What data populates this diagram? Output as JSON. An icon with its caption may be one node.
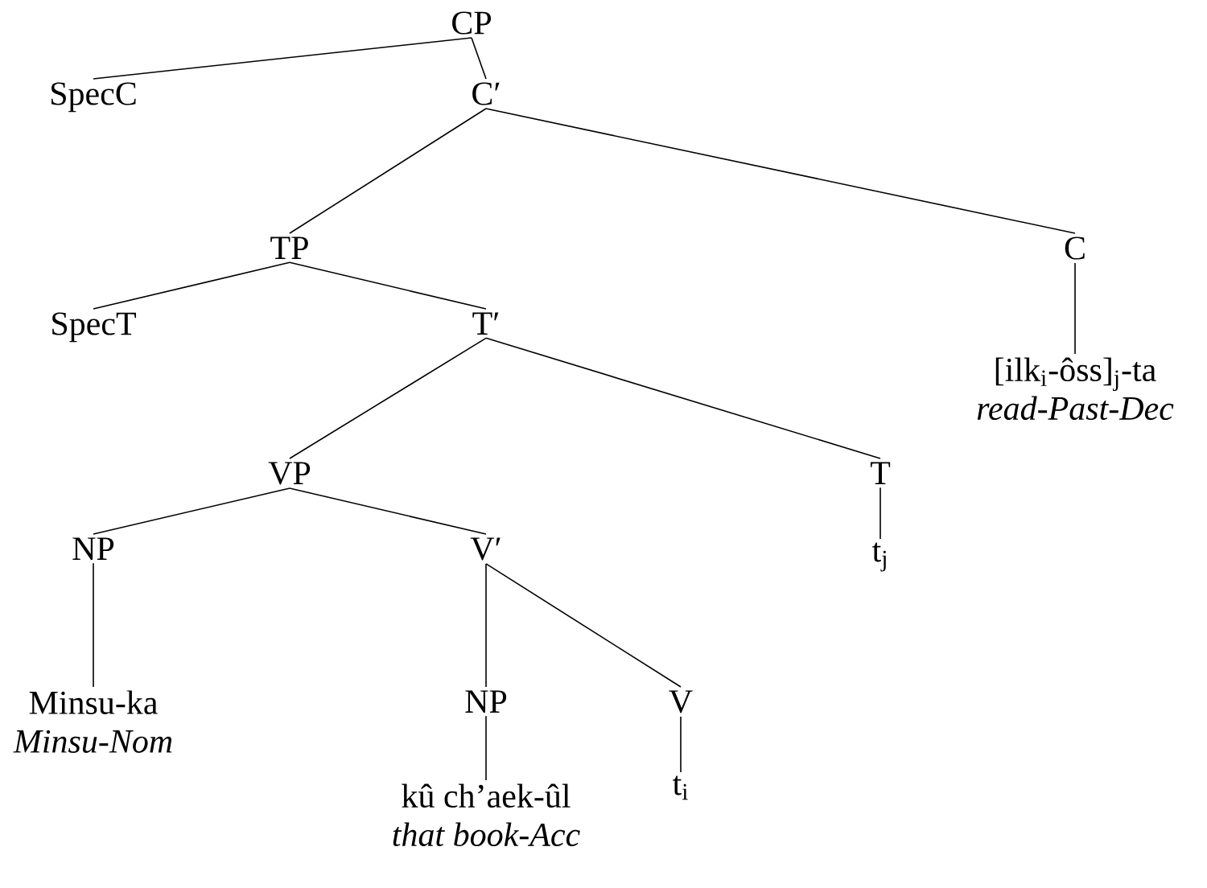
{
  "diagram": {
    "nodes": [
      {
        "text": [
          "CP"
        ]
      },
      {
        "text": [
          "SpecC"
        ]
      },
      {
        "text": [
          "C′"
        ]
      },
      {
        "text": [
          "TP"
        ]
      },
      {
        "text": [
          "C"
        ]
      },
      {
        "text": [
          "[ilk$_{i}$-ôss]$_{j}$-ta",
          "read-Past-Dec"
        ]
      },
      {
        "text": [
          "SpecT"
        ]
      },
      {
        "text": [
          "T′"
        ]
      },
      {
        "text": [
          "VP"
        ]
      },
      {
        "text": [
          "T"
        ]
      },
      {
        "text": [
          "t$_{j}$"
        ]
      },
      {
        "text": [
          "NP"
        ]
      },
      {
        "text": [
          "V′"
        ]
      },
      {
        "text": [
          "Minsu-ka",
          "Minsu-Nom"
        ]
      },
      {
        "text": [
          "NP"
        ]
      },
      {
        "text": [
          "V"
        ]
      },
      {
        "text": [
          "kû ch’aek-ûl",
          "that book-Acc"
        ]
      },
      {
        "text": [
          "t$_{i}$"
        ]
      }
    ],
    "edges": [
      {
        "from": 0,
        "to": 1,
        "arrow": "none"
      },
      {
        "from": 0,
        "to": 2,
        "arrow": "none"
      },
      {
        "from": 2,
        "to": 3,
        "arrow": "none"
      },
      {
        "from": 2,
        "to": 4,
        "arrow": "none"
      },
      {
        "from": 4,
        "to": 5,
        "arrow": "none"
      },
      {
        "from": 3,
        "to": 6,
        "arrow": "none"
      },
      {
        "from": 3,
        "to": 7,
        "arrow": "none"
      },
      {
        "from": 7,
        "to": 8,
        "arrow": "none"
      },
      {
        "from": 7,
        "to": 9,
        "arrow": "none"
      },
      {
        "from": 9,
        "to": 10,
        "arrow": "none"
      },
      {
        "from": 8,
        "to": 11,
        "arrow": "none"
      },
      {
        "from": 8,
        "to": 12,
        "arrow": "none"
      },
      {
        "from": 11,
        "to": 13,
        "arrow": "none"
      },
      {
        "from": 12,
        "to": 14,
        "arrow": "none"
      },
      {
        "from": 12,
        "to": 15,
        "arrow": "none"
      },
      {
        "from": 14,
        "to": 16,
        "arrow": "none"
      },
      {
        "from": 15,
        "to": 17,
        "arrow": "none"
      }
    ]
  }
}
